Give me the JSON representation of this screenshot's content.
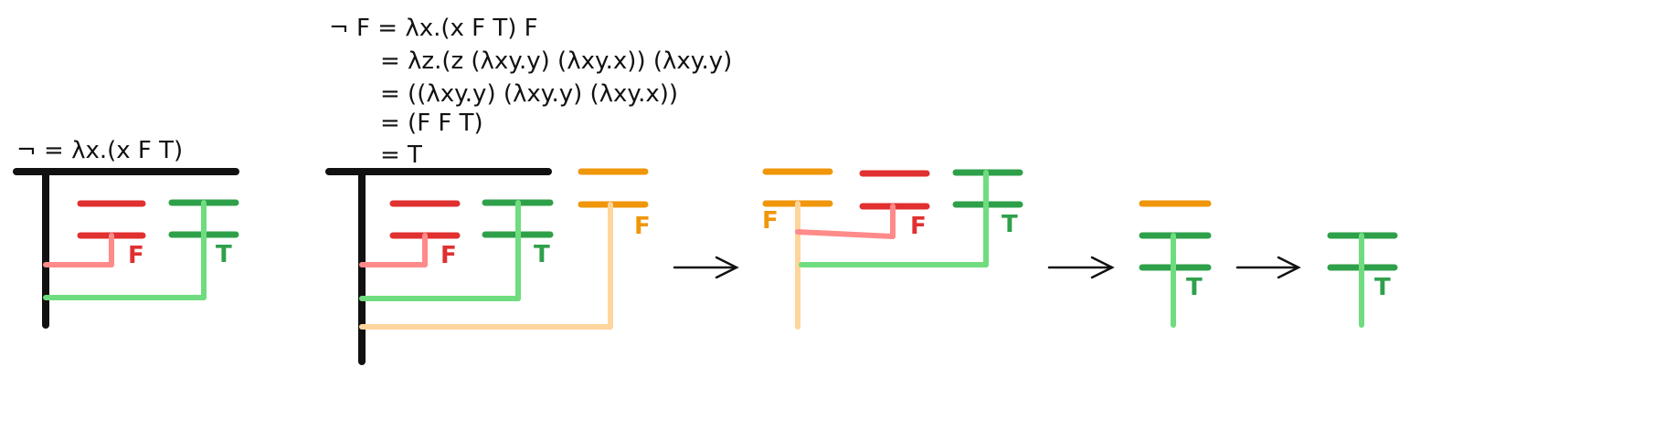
{
  "not_def": "¬ = λx.(x F T)",
  "derivation": [
    "¬ F = λx.(x F T) F",
    "= λz.(z (λxy.y) (λxy.x)) (λxy.y)",
    "= ((λxy.y) (λxy.y) (λxy.x))",
    "= (F F T)",
    "= T"
  ],
  "tags": {
    "false": "F",
    "true": "T"
  },
  "arrow": "→",
  "colors": {
    "black": "#111111",
    "red": "#e03030",
    "pink": "#ff8a8a",
    "green": "#2fa04a",
    "light_green": "#6fdc7f",
    "orange": "#f0960a",
    "peach": "#ffd59e"
  }
}
